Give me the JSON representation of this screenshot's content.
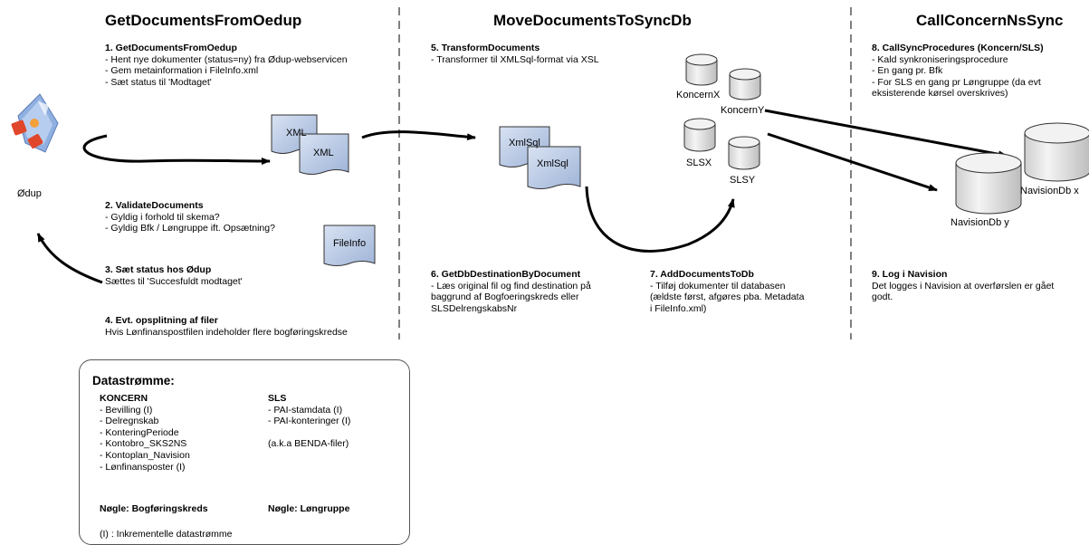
{
  "headers": {
    "col1": "GetDocumentsFromOedup",
    "col2": "MoveDocumentsToSyncDb",
    "col3": "CallConcernNsSync"
  },
  "steps": {
    "s1": {
      "title": "1. GetDocumentsFromOedup",
      "lines": [
        "- Hent nye dokumenter (status=ny) fra Ødup-webservicen",
        "- Gem metainformation i FileInfo.xml",
        "- Sæt status til 'Modtaget'"
      ]
    },
    "s2": {
      "title": "2. ValidateDocuments",
      "lines": [
        "- Gyldig i forhold til skema?",
        "- Gyldig Bfk / Løngruppe ift. Opsætning?"
      ]
    },
    "s3": {
      "title": "3. Sæt status hos Ødup",
      "lines": [
        "Sættes til 'Succesfuldt modtaget'"
      ]
    },
    "s4": {
      "title": "4. Evt. opsplitning af filer",
      "lines": [
        "Hvis Lønfinanspostfilen indeholder flere bogføringskredse"
      ]
    },
    "s5": {
      "title": "5. TransformDocuments",
      "lines": [
        "- Transformer til XMLSql-format via XSL"
      ]
    },
    "s6": {
      "title": "6. GetDbDestinationByDocument",
      "lines": [
        "- Læs original fil og find destination på",
        "baggrund af Bogfoeringskreds eller",
        "SLSDelrengskabsNr"
      ]
    },
    "s7": {
      "title": "7. AddDocumentsToDb",
      "lines": [
        "- Tilføj dokumenter til databasen",
        "(ældste først, afgøres pba. Metadata",
        "i FileInfo.xml)"
      ]
    },
    "s8": {
      "title": "8. CallSyncProcedures (Koncern/SLS)",
      "lines": [
        "- Kald synkroniseringsprocedure",
        "- En gang pr. Bfk",
        "- For SLS en gang pr Løngruppe (da evt",
        "eksisterende kørsel overskrives)"
      ]
    },
    "s9": {
      "title": "9. Log i Navision",
      "lines": [
        "Det logges i Navision at overførslen er gået",
        "godt."
      ]
    }
  },
  "icons": {
    "oedup_label": "Ødup",
    "doc_xml_1": "XML",
    "doc_xml_2": "XML",
    "doc_xmlsql_1": "XmlSql",
    "doc_xmlsql_2": "XmlSql",
    "doc_fileinfo": "FileInfo"
  },
  "databases": {
    "koncernx": "KoncernX",
    "koncerny": "KoncernY",
    "slsx": "SLSX",
    "slsy": "SLSY",
    "navx": "NavisionDb x",
    "navy": "NavisionDb y"
  },
  "legend": {
    "title": "Datastrømme:",
    "koncern_header": "KONCERN",
    "koncern_items": [
      "- Bevilling (I)",
      "- Delregnskab",
      "- KonteringPeriode",
      "- Kontobro_SKS2NS",
      "- Kontoplan_Navision",
      "- Lønfinansposter (I)"
    ],
    "sls_header": "SLS",
    "sls_items": [
      "- PAI-stamdata (I)",
      "- PAI-konteringer (I)",
      "",
      "(a.k.a BENDA-filer)"
    ],
    "key_koncern": "Nøgle: Bogføringskreds",
    "key_sls": "Nøgle: Løngruppe",
    "footnote": "(I) : Inkrementelle datastrømme"
  },
  "colors": {
    "doc_fill": "#b8c8e4",
    "db_fill": "#e6e6e6",
    "line": "#000000",
    "divider": "#000000"
  }
}
